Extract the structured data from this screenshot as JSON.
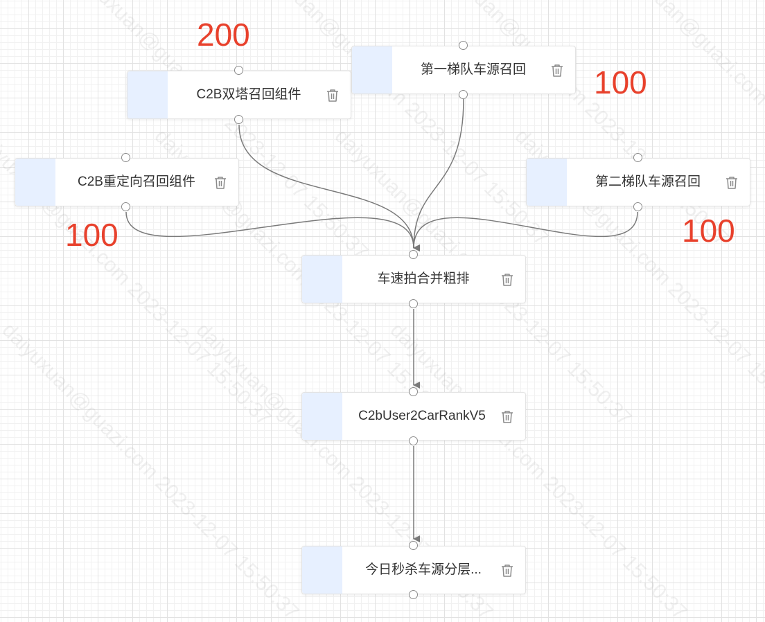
{
  "nodes": {
    "c2b_twin_tower": {
      "label": "C2B双塔召回组件"
    },
    "tier1_recall": {
      "label": "第一梯队车源召回"
    },
    "c2b_redirect": {
      "label": "C2B重定向召回组件"
    },
    "tier2_recall": {
      "label": "第二梯队车源召回"
    },
    "merge_rank": {
      "label": "车速拍合并粗排"
    },
    "c2b_rank_v5": {
      "label": "C2bUser2CarRankV5"
    },
    "flash_sale": {
      "label": "今日秒杀车源分层..."
    }
  },
  "annotations": {
    "c2b_twin_tower": "200",
    "tier1_recall": "100",
    "c2b_redirect": "100",
    "tier2_recall": "100"
  },
  "watermark": "daiyuxuan@guazi.com 2023-12-07 15:50:37",
  "colors": {
    "node_swatch": "#e7f0ff",
    "annotation": "#e8412c",
    "edge": "#7a7a7a",
    "port_border": "#8c8c8c"
  },
  "icons": {
    "delete": "trash-icon"
  }
}
